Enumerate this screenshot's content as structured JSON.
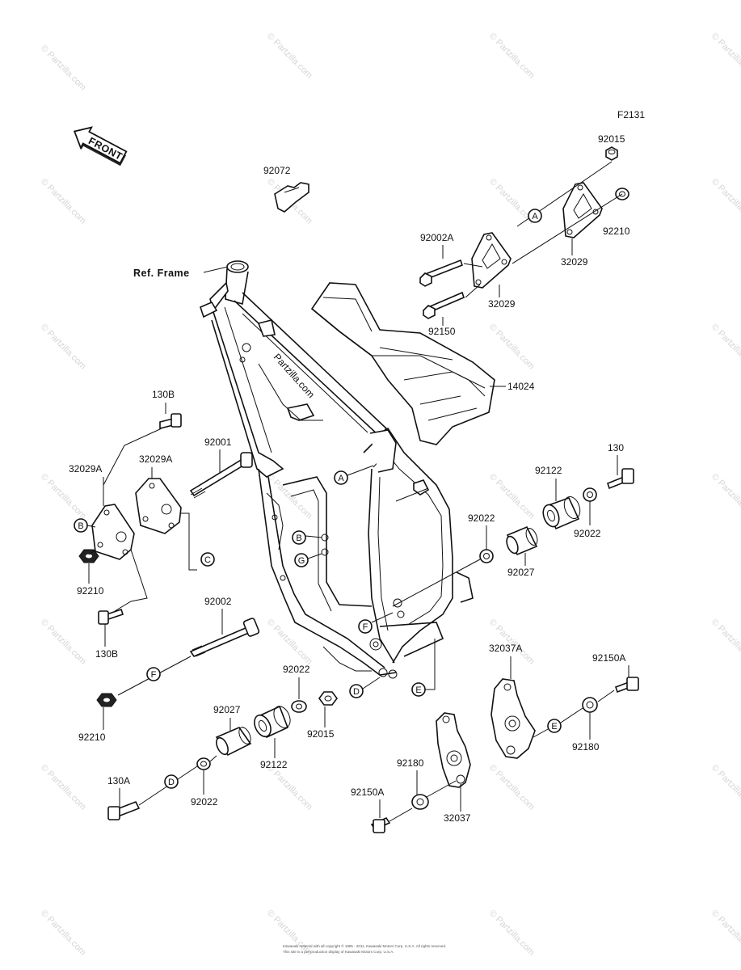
{
  "figure_code": "F2131",
  "front_label": "FRONT",
  "ref_frame_label": "Ref. Frame",
  "watermark": "© Partzilla.com",
  "frame_watermark": "Partzilla.com",
  "footer_line1": "Kawasaki material with all copyright © 1995 - 2011, Kawasaki Motors Corp. U.S.A. All rights reserved.",
  "footer_line2": "This site is a pre-production display of Kawasaki Motors Corp. U.S.A.",
  "parts": {
    "p92015_top": "92015",
    "p92072": "92072",
    "p92210_top": "92210",
    "p92002A": "92002A",
    "p32029_r": "32029",
    "p32029_l": "32029",
    "p92150": "92150",
    "p14024": "14024",
    "p130B_top": "130B",
    "p32029A_l": "32029A",
    "p32029A_r": "32029A",
    "p92001": "92001",
    "p130": "130",
    "p92122_r": "92122",
    "p92022_r1": "92022",
    "p92022_r2": "92022",
    "p92027_r": "92027",
    "p92210_mid": "92210",
    "p130B_bot": "130B",
    "p92002": "92002",
    "p32037A": "32037A",
    "p92150A_r": "92150A",
    "p92022_m": "92022",
    "p92027_m": "92027",
    "p92015_m": "92015",
    "p92122_m": "92122",
    "p92180_r": "92180",
    "p92210_bot": "92210",
    "p130A": "130A",
    "p92022_b": "92022",
    "p92180_m": "92180",
    "p92150A_b": "92150A",
    "p32037": "32037"
  },
  "callouts": {
    "A": "A",
    "B": "B",
    "C": "C",
    "D": "D",
    "E": "E",
    "F": "F",
    "G": "G"
  }
}
